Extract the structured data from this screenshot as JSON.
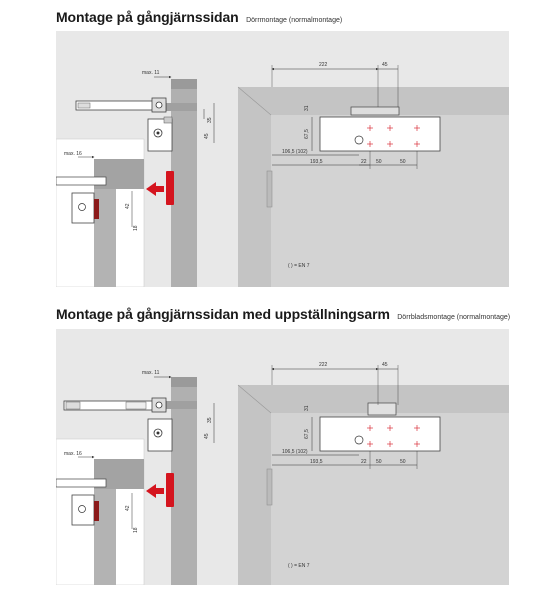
{
  "sections": [
    {
      "title": "Montage på gångjärnssidan",
      "subtitle": "Dörrmontage (normalmontage)",
      "dims": {
        "max11": "max. 11",
        "max16": "max. 16",
        "d35": "35",
        "d45": "45",
        "d42": "42",
        "d18": "18",
        "d222": "222",
        "d45top": "45",
        "d31": "31",
        "d675": "67,5",
        "d1065": "106,5 (102)",
        "d1935": "193,5",
        "d22": "22",
        "d50a": "50",
        "d50b": "50"
      },
      "note": "(  ) = EN 7"
    },
    {
      "title": "Montage på gångjärnssidan med uppställningsarm",
      "subtitle": "Dörrbladsmontage (normalmontage)",
      "dims": {
        "max11": "max. 11",
        "max16": "max. 16",
        "d35": "35",
        "d45": "45",
        "d42": "42",
        "d18": "18",
        "d222": "222",
        "d45top": "45",
        "d31": "31",
        "d675": "67,5",
        "d1065": "106,5 (102)",
        "d1935": "193,5",
        "d22": "22",
        "d50a": "50",
        "d50b": "50"
      },
      "note": "(  ) = EN 7"
    }
  ],
  "colors": {
    "panel": "#e8e8e8",
    "frame": "#a9a9a9",
    "wall": "#c8c8c8",
    "accent": "#d4141e",
    "line": "#333333"
  }
}
